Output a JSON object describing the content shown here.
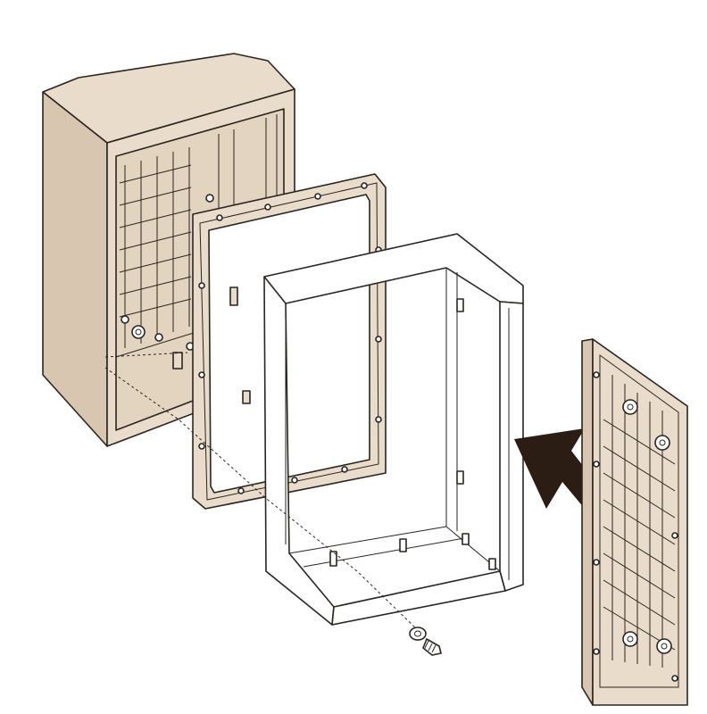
{
  "colors": {
    "body": "#e9dccb",
    "body_shade": "#d8c6b0",
    "line": "#2a2520",
    "frame_white": "#ffffff",
    "arrow": "#2b1c14"
  },
  "parts": [
    {
      "id": "enclosure-box",
      "description_visible": false
    },
    {
      "id": "gasket-frame",
      "description_visible": false
    },
    {
      "id": "extension-frame",
      "description_visible": false
    },
    {
      "id": "mounting-plate",
      "description_visible": false
    },
    {
      "id": "screw-and-washer",
      "description_visible": false
    }
  ],
  "icons": {
    "assembly_arrow": "arrow-left-icon"
  }
}
